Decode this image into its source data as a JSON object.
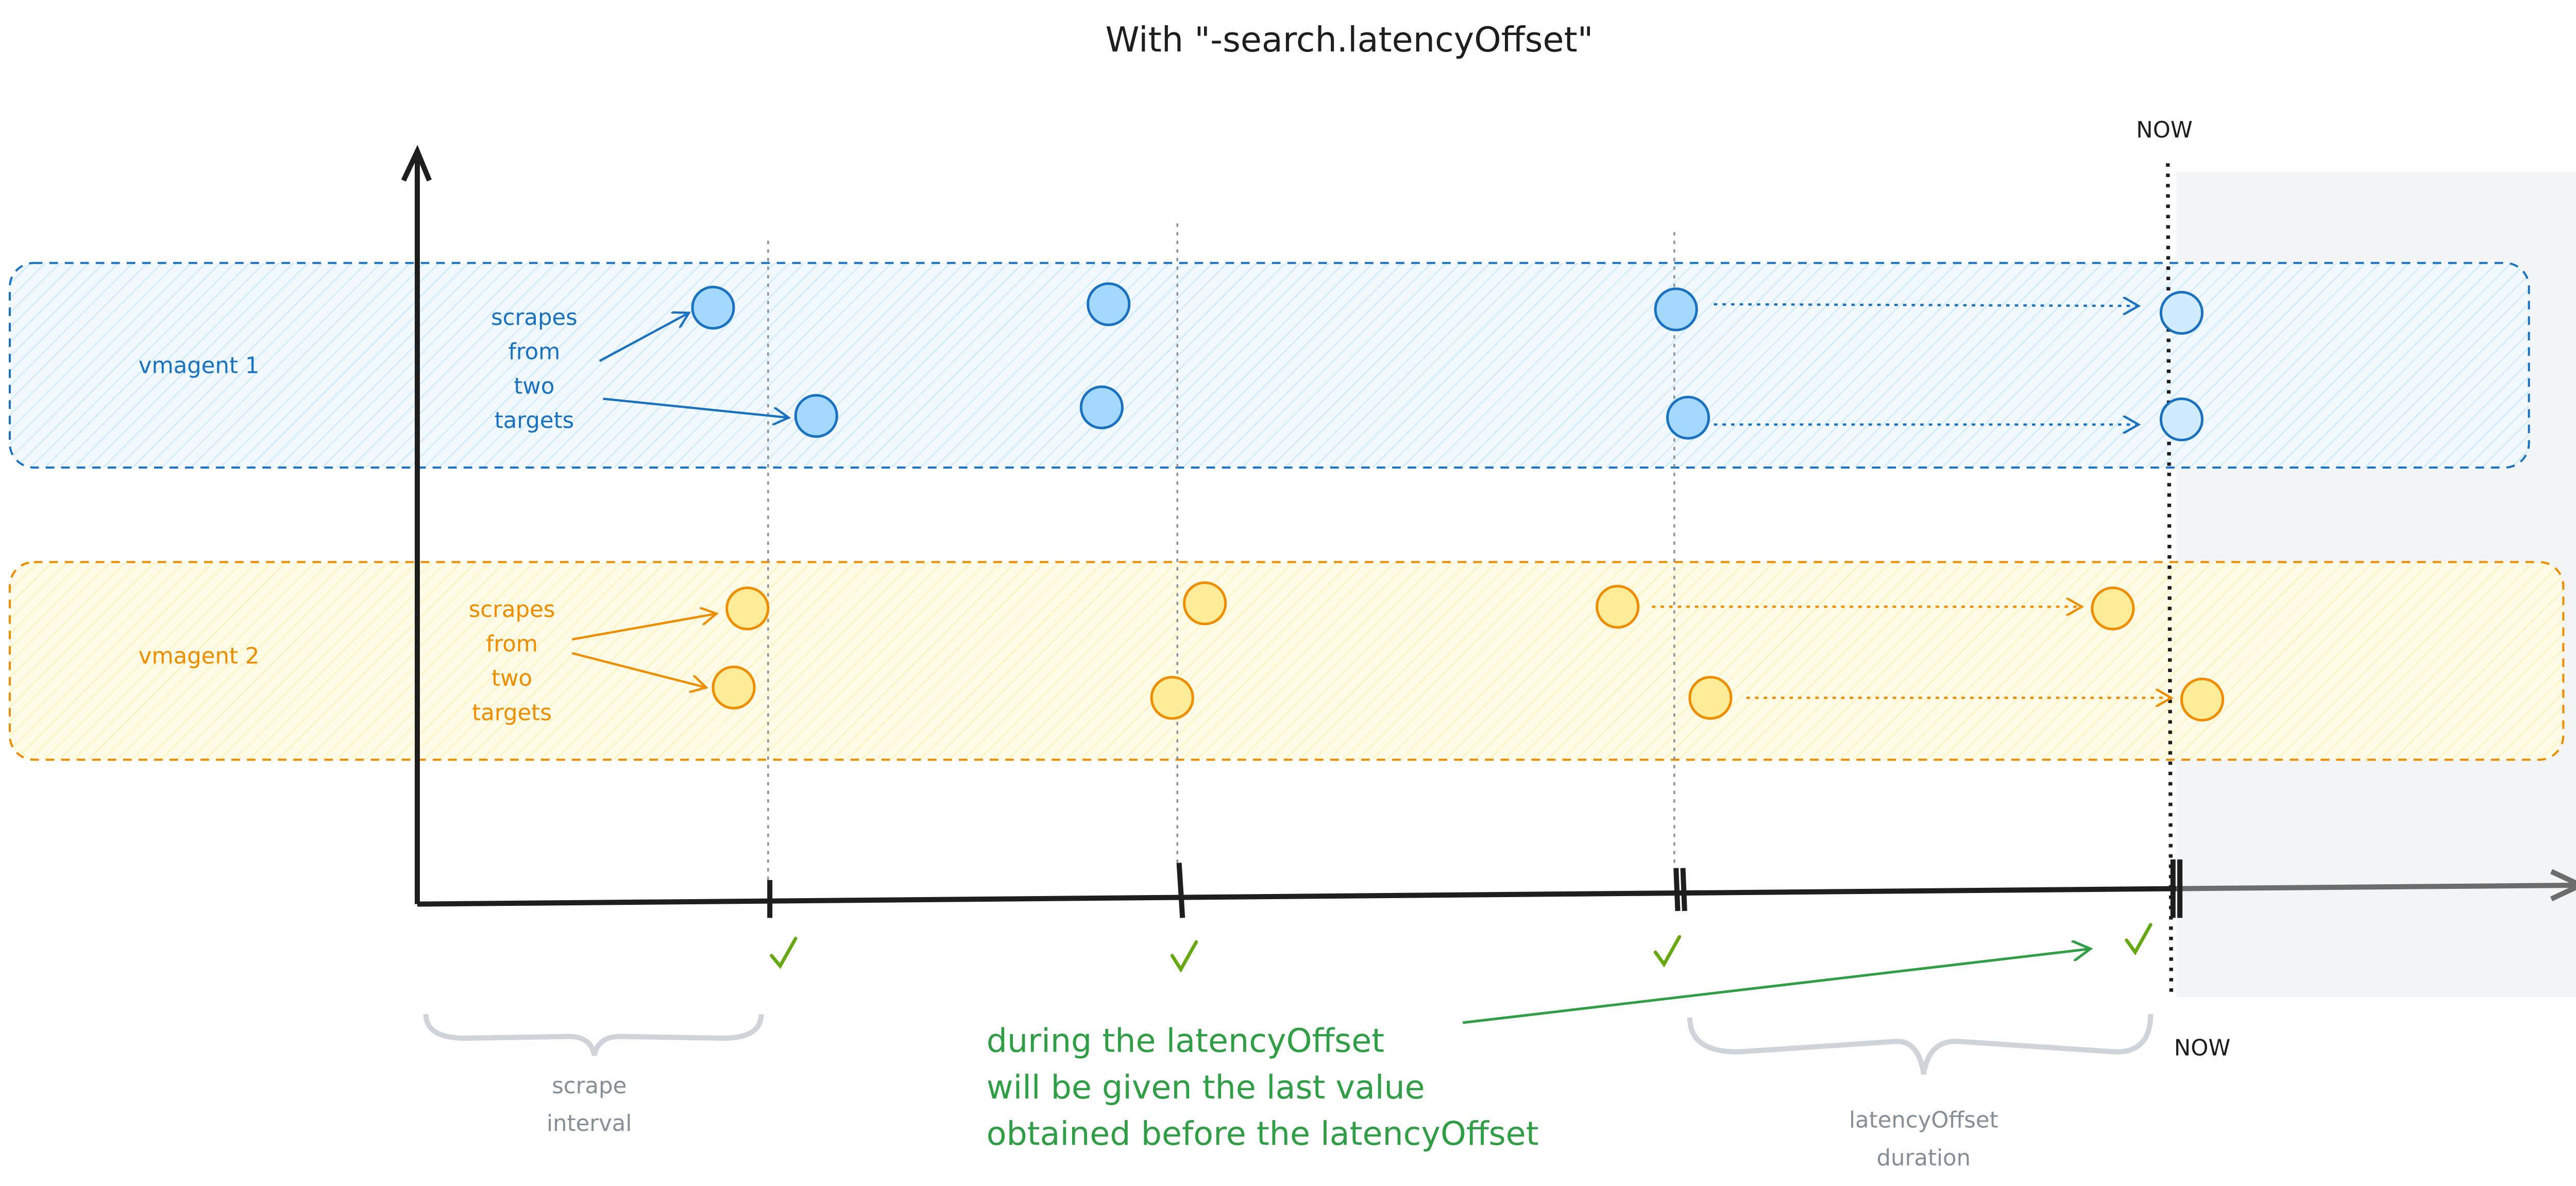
{
  "title": "With \"-search.latencyOffset\"",
  "now_top": "NOW",
  "now_bottom": "NOW",
  "groups": [
    {
      "label": "vmagent 1",
      "annotation": [
        "scrapes",
        "from",
        "two",
        "targets"
      ],
      "color": "#1971c2",
      "fill": "#a5d8ff"
    },
    {
      "label": "vmagent 2",
      "annotation": [
        "scrapes",
        "from",
        "two",
        "targets"
      ],
      "color": "#f08c00",
      "fill": "#ffec99"
    }
  ],
  "braces": {
    "scrape_interval": [
      "scrape",
      "interval"
    ],
    "latency_duration": [
      "latencyOffset",
      "duration"
    ]
  },
  "note": [
    "during the latencyOffset",
    "will be given the last value",
    "obtained before the latencyOffset"
  ],
  "colors": {
    "axis": "#1e1e1e",
    "green": "#2f9e44",
    "check": "#66a80f",
    "gray": "#868e96",
    "shade": "#f3f4f6"
  }
}
